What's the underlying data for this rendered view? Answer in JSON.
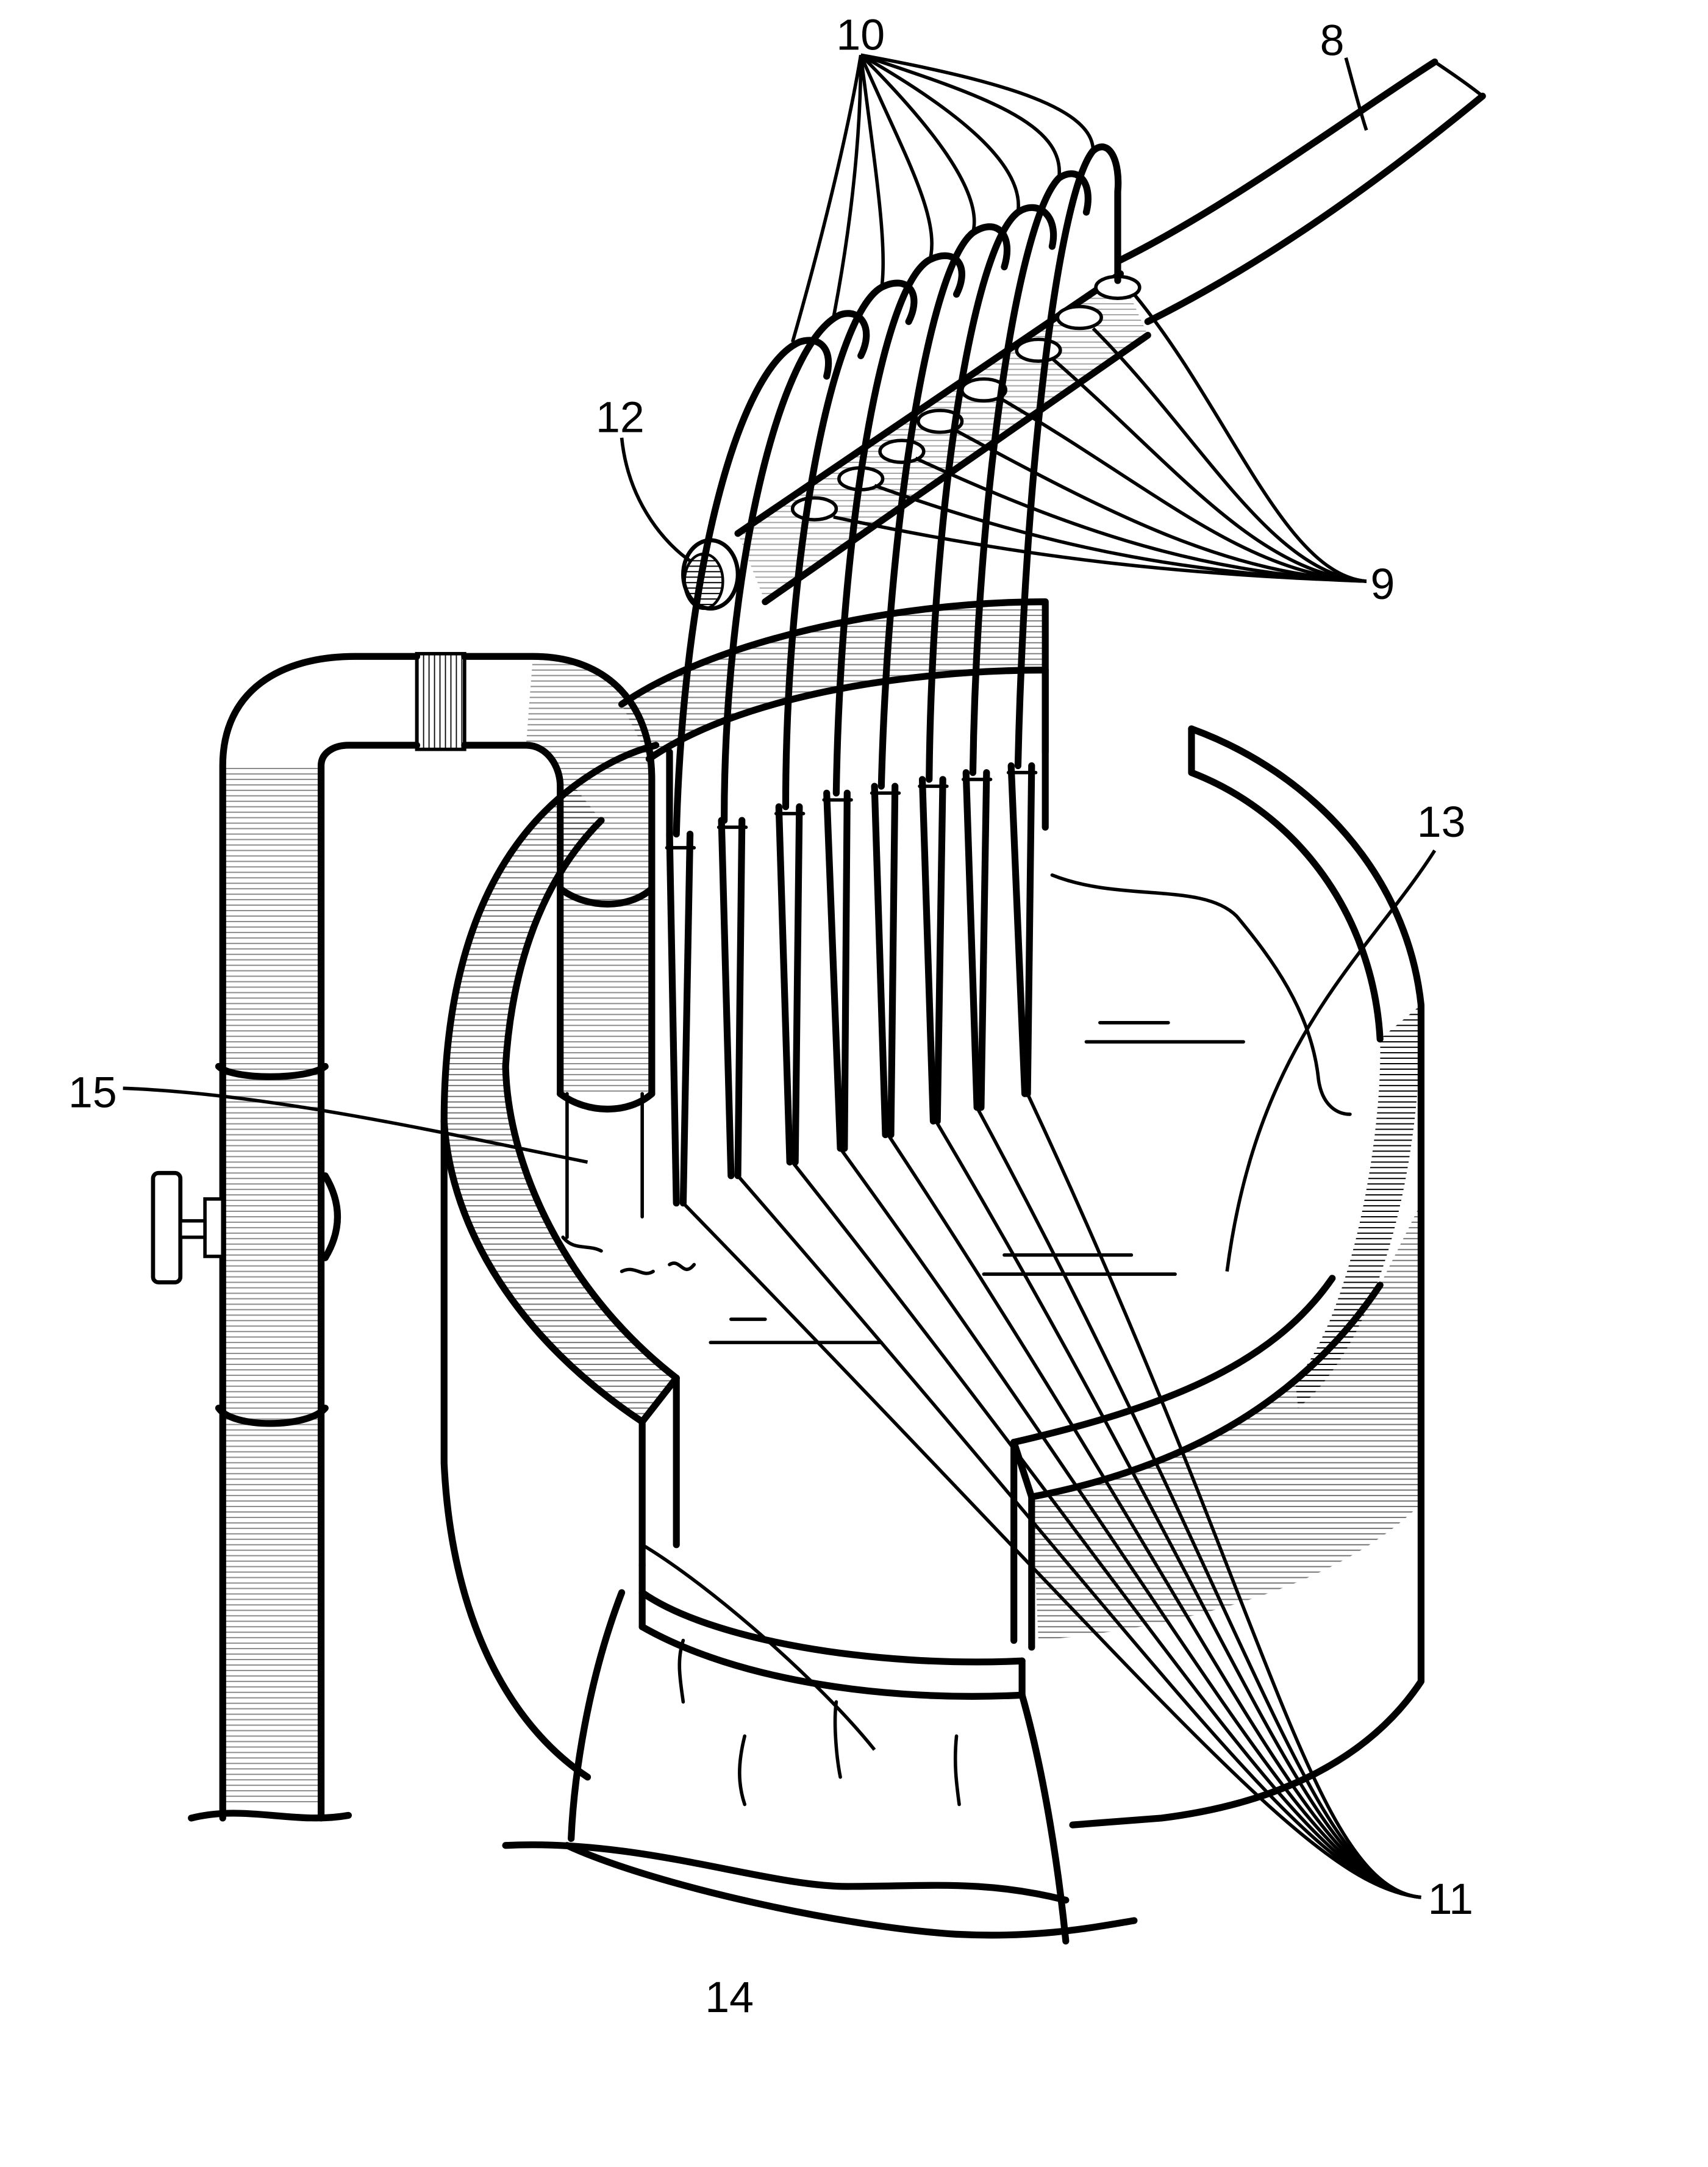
{
  "figure": {
    "labels": {
      "l8": "8",
      "l9": "9",
      "l10": "10",
      "l11": "11",
      "l12": "12",
      "l13": "13",
      "l14": "14",
      "l15": "15"
    }
  }
}
